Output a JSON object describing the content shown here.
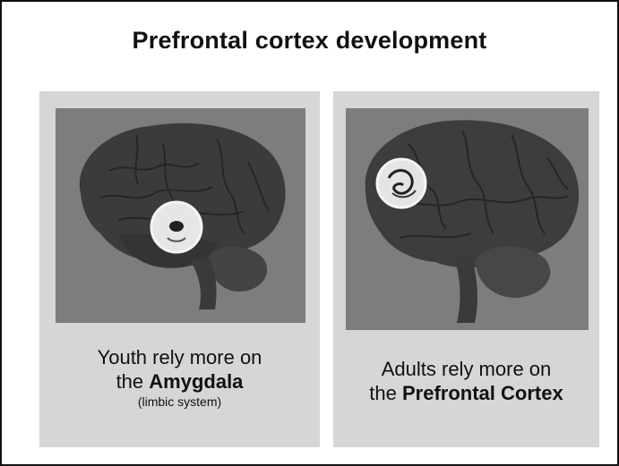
{
  "slide": {
    "title": "Prefrontal cortex development"
  },
  "cards": [
    {
      "image_icon": "brain-amygdala-highlight",
      "caption_line1": "Youth rely more on",
      "caption_prefix": "the ",
      "caption_bold": "Amygdala",
      "caption_note": "(limbic system)"
    },
    {
      "image_icon": "brain-prefrontal-highlight",
      "caption_line1": "Adults rely more on",
      "caption_prefix": "the ",
      "caption_bold": "Prefrontal Cortex"
    }
  ],
  "colors": {
    "card_background": "#d6d6d6",
    "photo_background": "#7d7d7d",
    "brain": "#3a3a3a",
    "highlight": "#e8e8e8"
  }
}
